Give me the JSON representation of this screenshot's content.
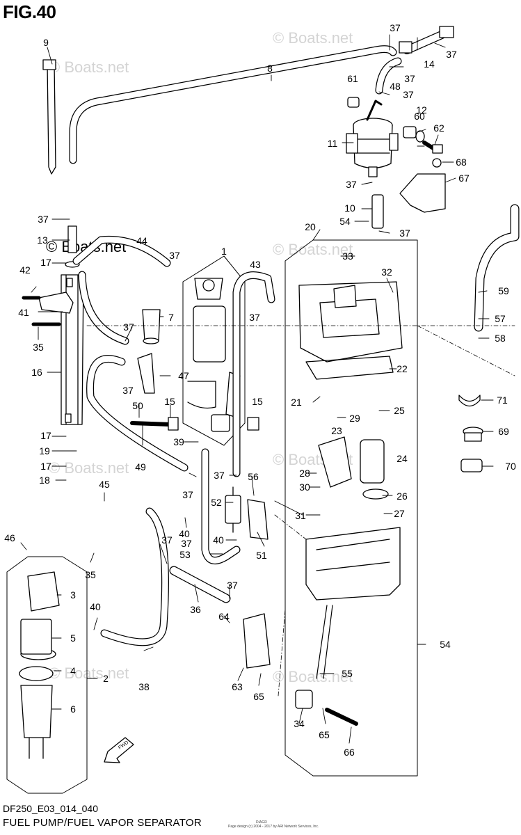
{
  "figure": {
    "title": "FIG.40",
    "code": "DF250_E03_014_040",
    "subtitle": "FUEL PUMP/FUEL VAPOR SEPARATOR",
    "copyright_line1": "DIAGR",
    "copyright_line2": "Page design (c) 2004 - 2017 by ARI Network Services, Inc.",
    "watermark": "© Boats.net",
    "fwd_label": "FWD"
  },
  "callouts": [
    "1",
    "2",
    "3",
    "4",
    "5",
    "6",
    "7",
    "8",
    "9",
    "10",
    "11",
    "12",
    "13",
    "14",
    "15",
    "15",
    "16",
    "17",
    "17",
    "17",
    "18",
    "19",
    "20",
    "21",
    "22",
    "23",
    "24",
    "25",
    "26",
    "27",
    "28",
    "29",
    "30",
    "31",
    "32",
    "33",
    "34",
    "35",
    "35",
    "36",
    "37",
    "37",
    "37",
    "37",
    "37",
    "37",
    "37",
    "37",
    "37",
    "37",
    "37",
    "37",
    "37",
    "37",
    "37",
    "37",
    "38",
    "39",
    "40",
    "40",
    "40",
    "41",
    "42",
    "43",
    "44",
    "45",
    "46",
    "47",
    "48",
    "49",
    "50",
    "51",
    "52",
    "53",
    "54",
    "54",
    "55",
    "56",
    "57",
    "58",
    "59",
    "60",
    "61",
    "62",
    "63",
    "64",
    "65",
    "65",
    "66",
    "67",
    "68",
    "69",
    "70",
    "71"
  ]
}
